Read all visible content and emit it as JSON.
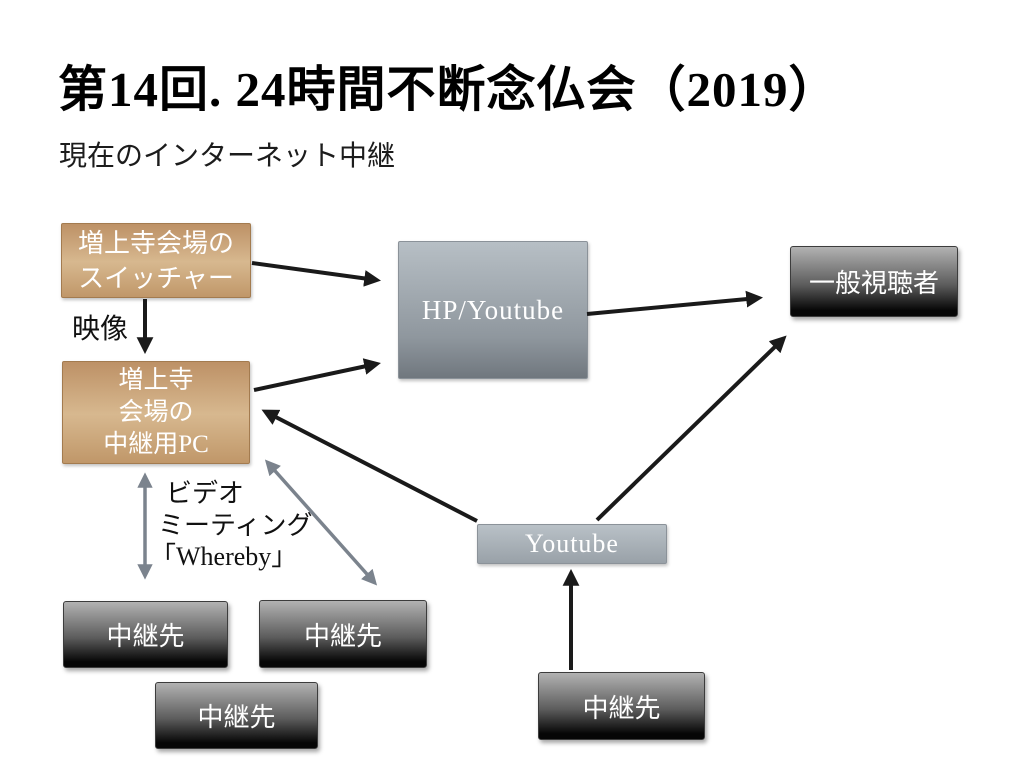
{
  "slide": {
    "title": "第14回. 24時間不断念仏会（2019）",
    "subtitle": "現在のインターネット中継"
  },
  "nodes": {
    "switcher": {
      "line1": "増上寺会場の",
      "line2": "スイッチャー"
    },
    "relay_pc": {
      "line1": "増上寺",
      "line2": "会場の",
      "line3": "中継用PC"
    },
    "hp_youtube": {
      "label": "HP/Youtube"
    },
    "viewers": {
      "label": "一般視聴者"
    },
    "youtube": {
      "label": "Youtube"
    },
    "dest1": {
      "label": "中継先"
    },
    "dest2": {
      "label": "中継先"
    },
    "dest3": {
      "label": "中継先"
    },
    "dest4": {
      "label": "中継先"
    }
  },
  "edge_labels": {
    "video": "映像",
    "meeting_line1": "ビデオ",
    "meeting_line2": "ミーティング",
    "meeting_line3": "「Whereby」"
  },
  "colors": {
    "background": "#ffffff",
    "tan_box_top": "#bd9166",
    "tan_box_bottom": "#c09769",
    "steel_box_top": "#b7bfc5",
    "steel_box_bottom": "#70777e",
    "dark_box_top": "#b2b2b2",
    "dark_box_bottom": "#060606",
    "arrow_black": "#1a1a1a",
    "arrow_gray": "#7b838d",
    "box_text": "#ffffff",
    "title_text": "#000000"
  }
}
